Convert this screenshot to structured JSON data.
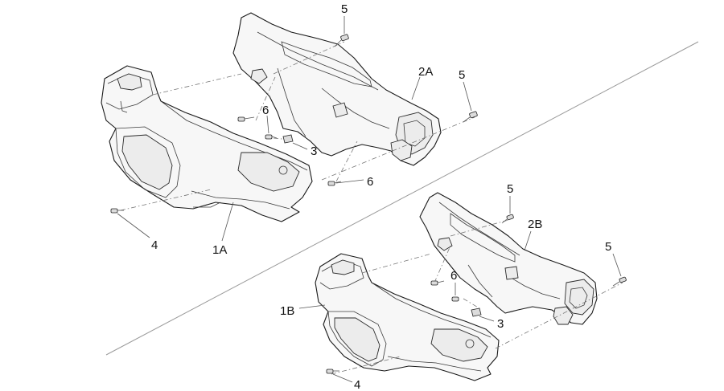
{
  "callouts": {
    "top": {
      "screw_upper": "5",
      "rear_cover": "2A",
      "screw_right": "5",
      "screw_mid": "6",
      "clip": "3",
      "screw_lower": "6",
      "front_screw": "4",
      "front_cover": "1A"
    },
    "bottom": {
      "screw_upper": "5",
      "rear_cover": "2B",
      "screw_right": "5",
      "screw_mid": "6",
      "front_cover": "1B",
      "clip": "3",
      "front_screw": "4"
    }
  },
  "colors": {
    "line": "#1a1a1a",
    "fill": "#f7f7f7",
    "divider": "#9a9a9a"
  }
}
